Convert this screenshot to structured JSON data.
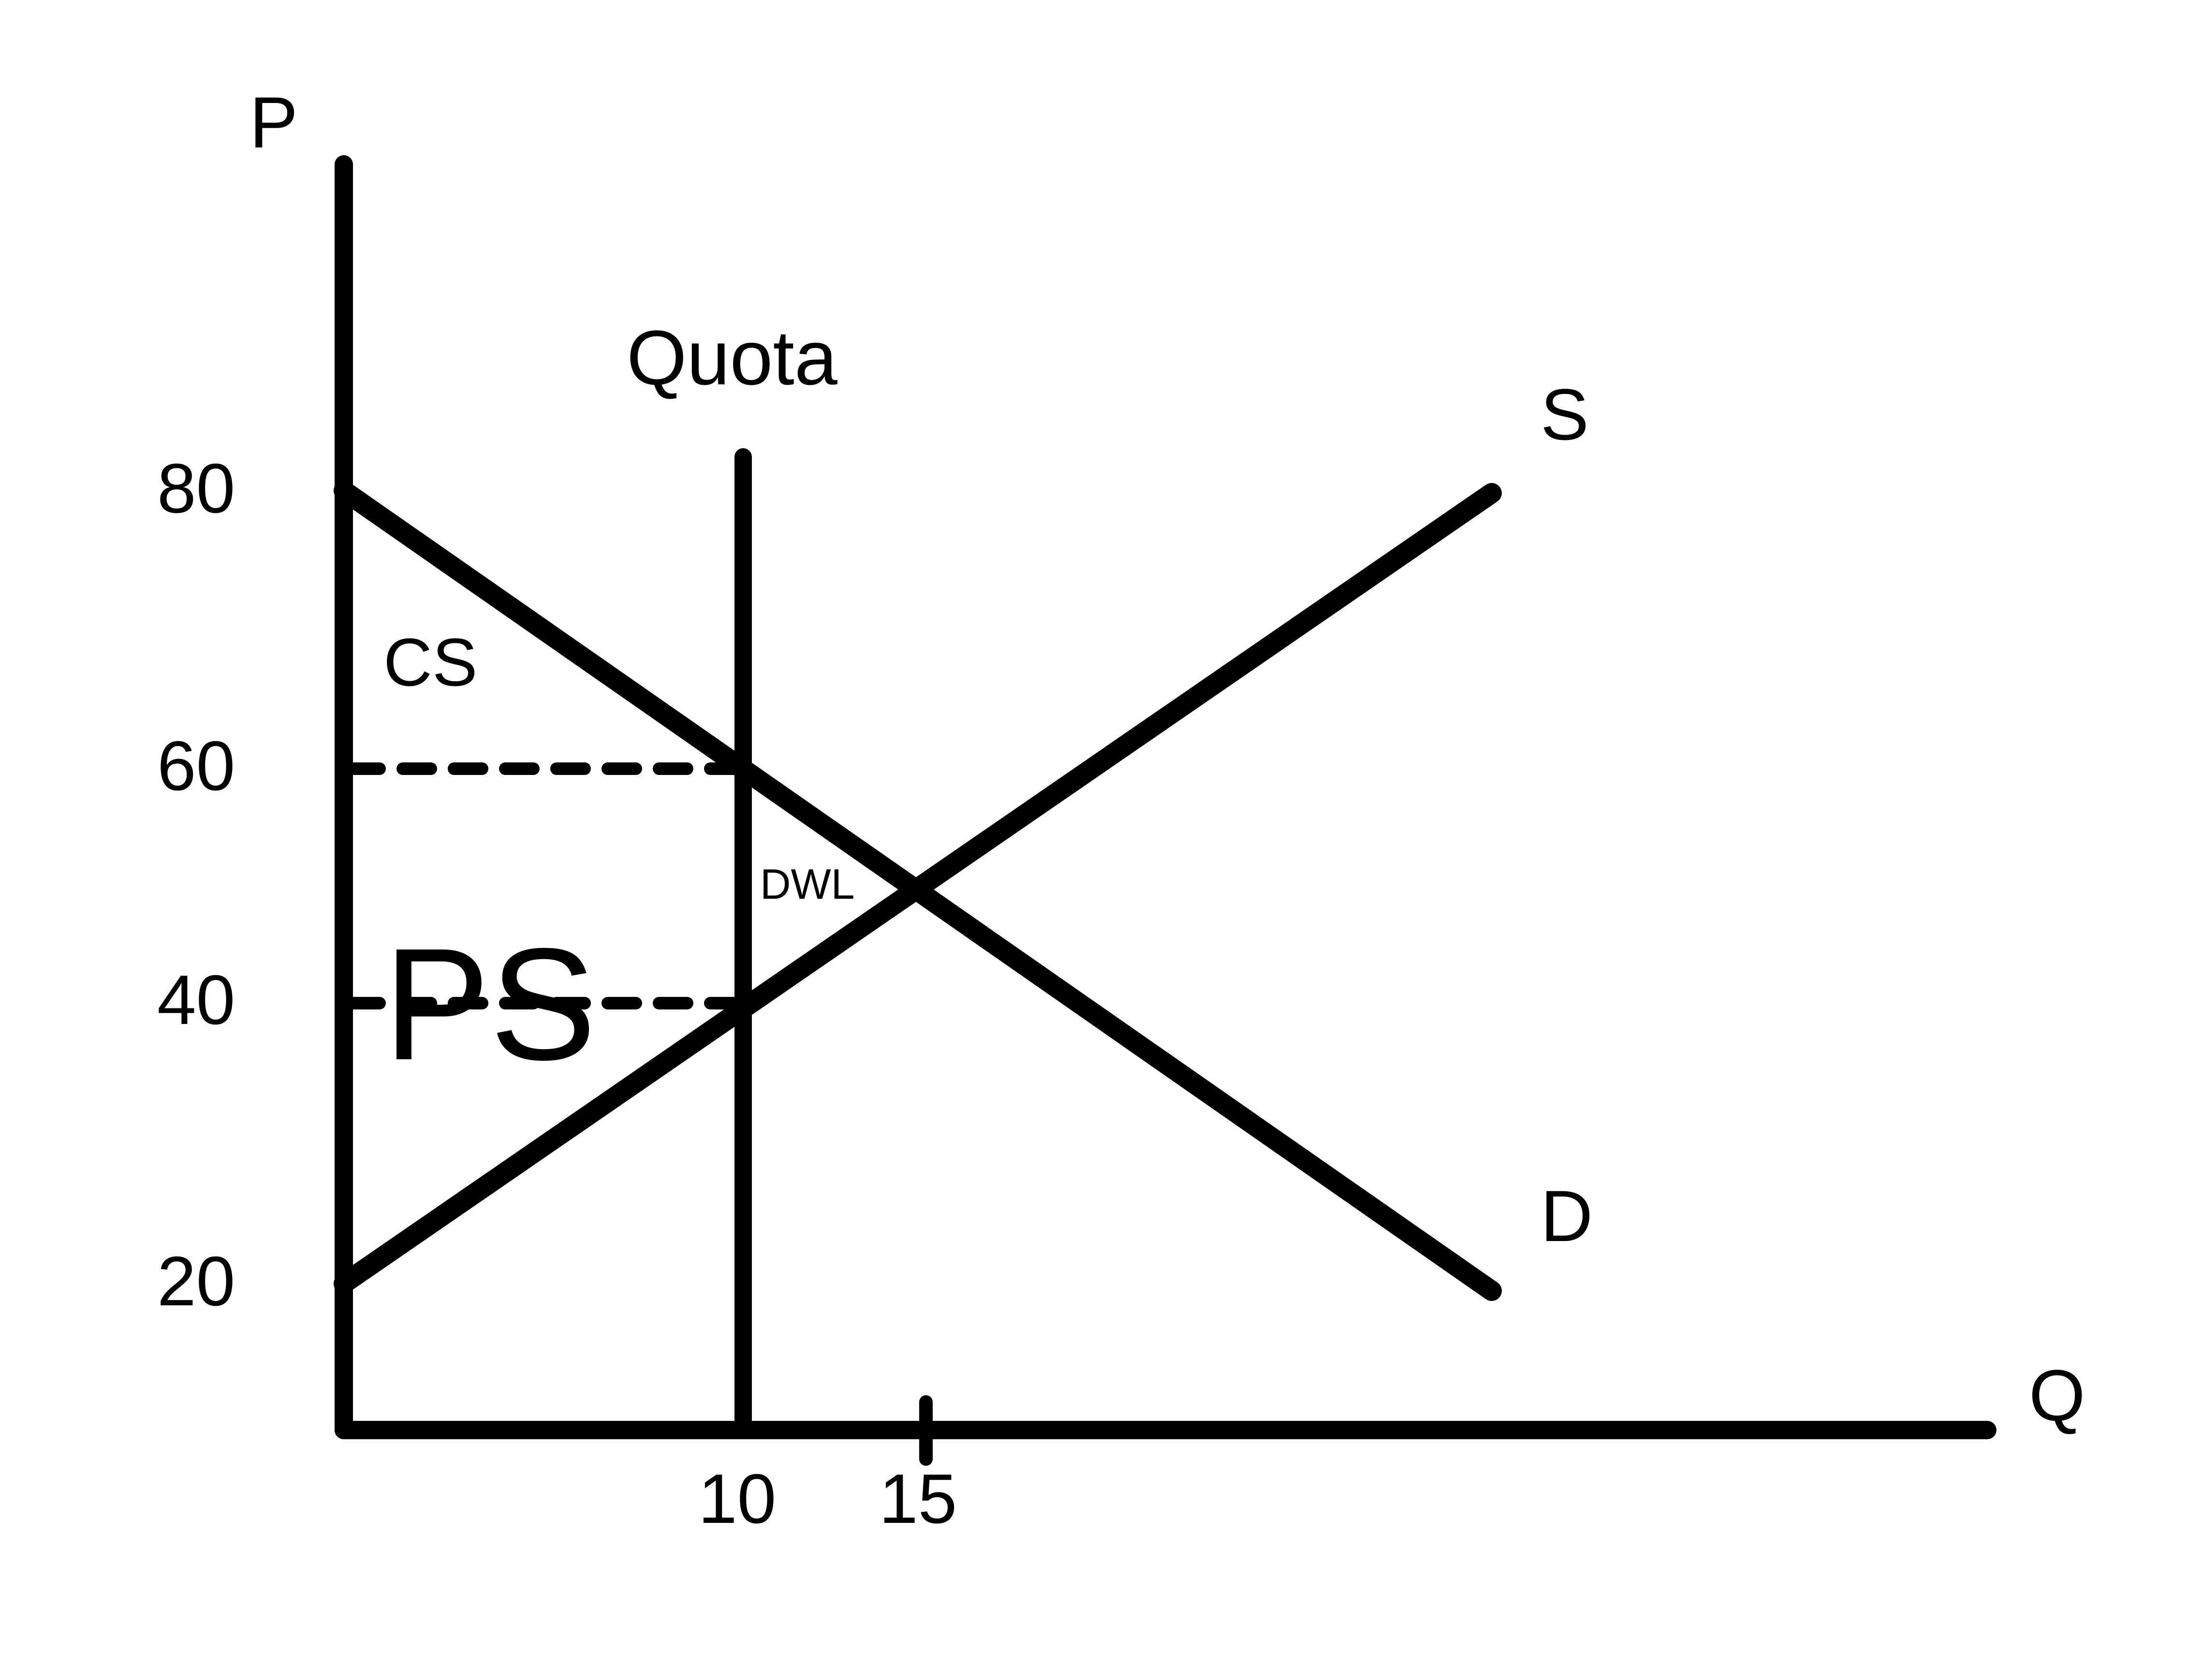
{
  "chart_data": {
    "type": "line",
    "title": "",
    "xlabel": "Q",
    "ylabel": "P",
    "grid": false,
    "legend_position": "inline-curve-end-labels",
    "xlim": [
      0,
      24
    ],
    "ylim": [
      0,
      100
    ],
    "y_ticks": [
      80,
      60,
      40,
      20
    ],
    "x_ticks": [
      10,
      15
    ],
    "series": [
      {
        "name": "S",
        "label": "S",
        "description": "Supply curve, upward sloping",
        "points": [
          [
            0,
            20
          ],
          [
            21,
            78
          ]
        ]
      },
      {
        "name": "D",
        "label": "D",
        "description": "Demand curve, downward sloping",
        "points": [
          [
            0,
            80
          ],
          [
            21,
            22
          ]
        ]
      },
      {
        "name": "Quota",
        "label": "Quota",
        "description": "Vertical quantity restriction at Q = 10",
        "points": [
          [
            10,
            0
          ],
          [
            10,
            94
          ]
        ]
      }
    ],
    "reference_lines": [
      {
        "name": "price-60-dashed",
        "axis": "y",
        "value": 60,
        "style": "dashed",
        "from_x": 0,
        "to_x": 10
      },
      {
        "name": "price-40-dashed",
        "axis": "y",
        "value": 40,
        "style": "dashed",
        "from_x": 0,
        "to_x": 10
      }
    ],
    "annotations": [
      {
        "name": "CS",
        "text": "CS",
        "x": 3.0,
        "y": 66
      },
      {
        "name": "PS",
        "text": "PS",
        "x": 3.2,
        "y": 41
      },
      {
        "name": "DWL",
        "text": "DWL",
        "x": 11.2,
        "y": 52
      },
      {
        "name": "Quota",
        "text": "Quota",
        "x": 10.0,
        "y": 97
      },
      {
        "name": "S",
        "text": "S",
        "x": 21.8,
        "y": 82
      },
      {
        "name": "D",
        "text": "D",
        "x": 21.8,
        "y": 25
      }
    ],
    "equilibrium": {
      "quantity": 15,
      "price": 50
    },
    "quota_quantity": 10,
    "quota_demand_price": 60,
    "quota_supply_price": 40
  },
  "axes": {
    "y_axis_label": "P",
    "x_axis_label": "Q",
    "y_tick_labels": [
      "80",
      "60",
      "40",
      "20"
    ],
    "x_tick_labels": [
      "10",
      "15"
    ]
  },
  "labels": {
    "quota": "Quota",
    "supply": "S",
    "demand": "D",
    "consumer_surplus": "CS",
    "producer_surplus": "PS",
    "deadweight_loss": "DWL"
  },
  "colors": {
    "ink": "#000000",
    "background": "#ffffff"
  }
}
